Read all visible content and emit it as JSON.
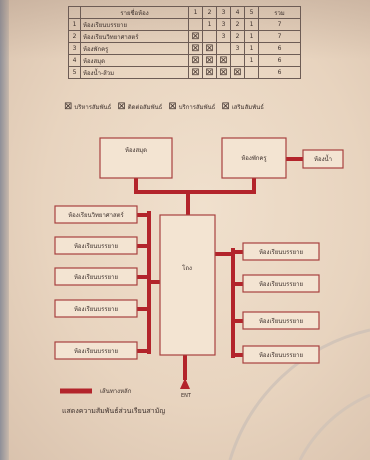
{
  "matrix": {
    "header": {
      "no": "",
      "name": "รายชื่อห้อง",
      "cols": [
        "1",
        "2",
        "3",
        "4",
        "5"
      ],
      "total": "รวม"
    },
    "rows": [
      {
        "no": "1",
        "name": "ห้องเรียนบรรยาย",
        "cells": [
          "",
          "1",
          "3",
          "2",
          "1"
        ],
        "total": "7"
      },
      {
        "no": "2",
        "name": "ห้องเรียนวิทยาศาสตร์",
        "cells": [
          "⊠",
          "",
          "3",
          "2",
          "1"
        ],
        "total": "7"
      },
      {
        "no": "3",
        "name": "ห้องพักครู",
        "cells": [
          "⊠",
          "⊠",
          "",
          "3",
          "1"
        ],
        "total": "6"
      },
      {
        "no": "4",
        "name": "ห้องสมุด",
        "cells": [
          "⊠",
          "⊠",
          "⊠",
          "",
          "1"
        ],
        "total": "6"
      },
      {
        "no": "5",
        "name": "ห้องน้ำ-ส้วม",
        "cells": [
          "⊠",
          "⊠",
          "⊠",
          "⊠",
          ""
        ],
        "total": "6"
      }
    ]
  },
  "relation_legend": [
    {
      "symbol": "⊠",
      "label": "บริหารสัมพันธ์"
    },
    {
      "symbol": "⊠",
      "label": "ติดต่อสัมพันธ์"
    },
    {
      "symbol": "⊠",
      "label": "บริการสัมพันธ์"
    },
    {
      "symbol": "⊠",
      "label": "เสริมสัมพันธ์"
    }
  ],
  "diagram": {
    "library": "ห้องสมุด",
    "teacher_room": "ห้องพักครู",
    "toilet": "ห้องน้ำ",
    "hall": "โถง",
    "left_rooms": [
      "ห้องเรียนวิทยาศาสตร์",
      "ห้องเรียนบรรยาย",
      "ห้องเรียนบรรยาย",
      "ห้องเรียนบรรยาย",
      "ห้องเรียนบรรยาย"
    ],
    "right_rooms": [
      "ห้องเรียนบรรยาย",
      "ห้องเรียนบรรยาย",
      "ห้องเรียนบรรยาย",
      "ห้องเรียนบรรยาย"
    ],
    "entrance": "ENT"
  },
  "line_legend": "เส้นทางหลัก",
  "caption": "แสดงความสัมพันธ์ส่วนเรียนสามัญ",
  "colors": {
    "line": "#b3242b",
    "paper": "#ecdac5",
    "box_fill": "#f3e4d2",
    "box_stroke": "#a8413f"
  }
}
